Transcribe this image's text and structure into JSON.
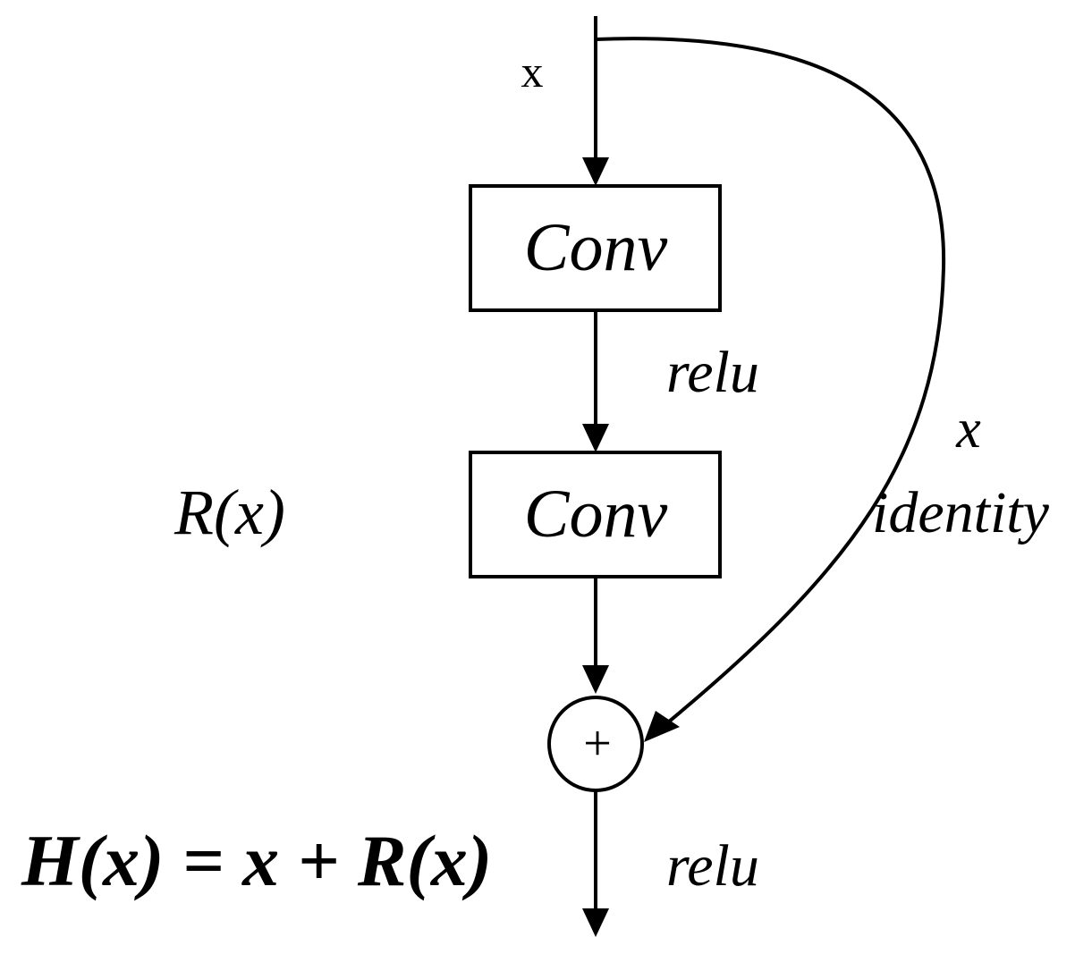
{
  "diagram": {
    "input_label": "x",
    "blocks": [
      {
        "label": "Conv"
      },
      {
        "label": "Conv"
      }
    ],
    "activation_mid": "relu",
    "activation_out": "relu",
    "residual_label": "R(x)",
    "shortcut_label_top": "x",
    "shortcut_label_bottom": "identity",
    "sum_symbol": "+",
    "output_equation": "H(x) = x + R(x)"
  }
}
